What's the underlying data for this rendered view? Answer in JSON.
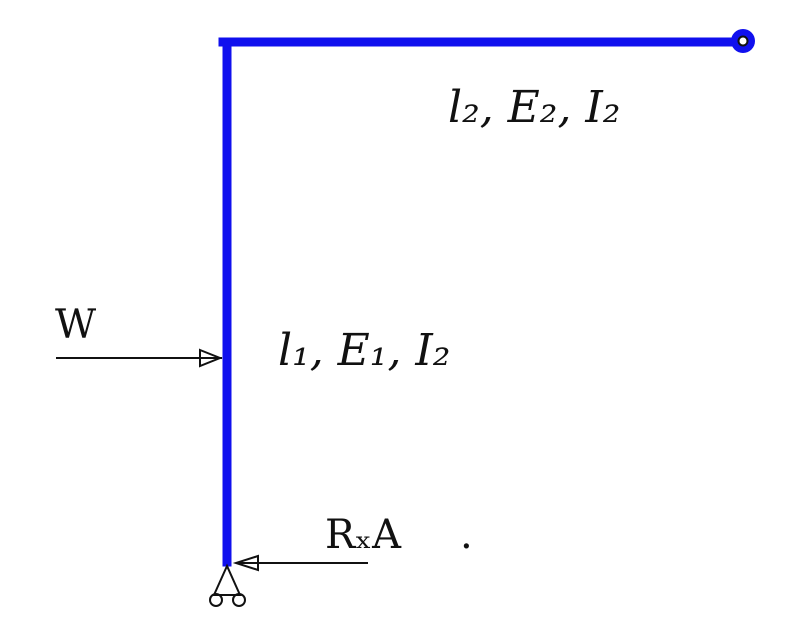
{
  "frame": {
    "member_color": "#1010ee",
    "ink_color": "#111111"
  },
  "labels": {
    "member2": "l₂, E₂, I₂",
    "member1": "l₁, E₁, I₂",
    "load": "W",
    "reaction": "RₓA",
    "stray_dot": "."
  },
  "icons": {
    "pin_support": "pin-icon",
    "roller_support": "roller-support-icon",
    "load_arrow": "arrow-right-icon",
    "reaction_arrow": "arrow-left-icon"
  }
}
